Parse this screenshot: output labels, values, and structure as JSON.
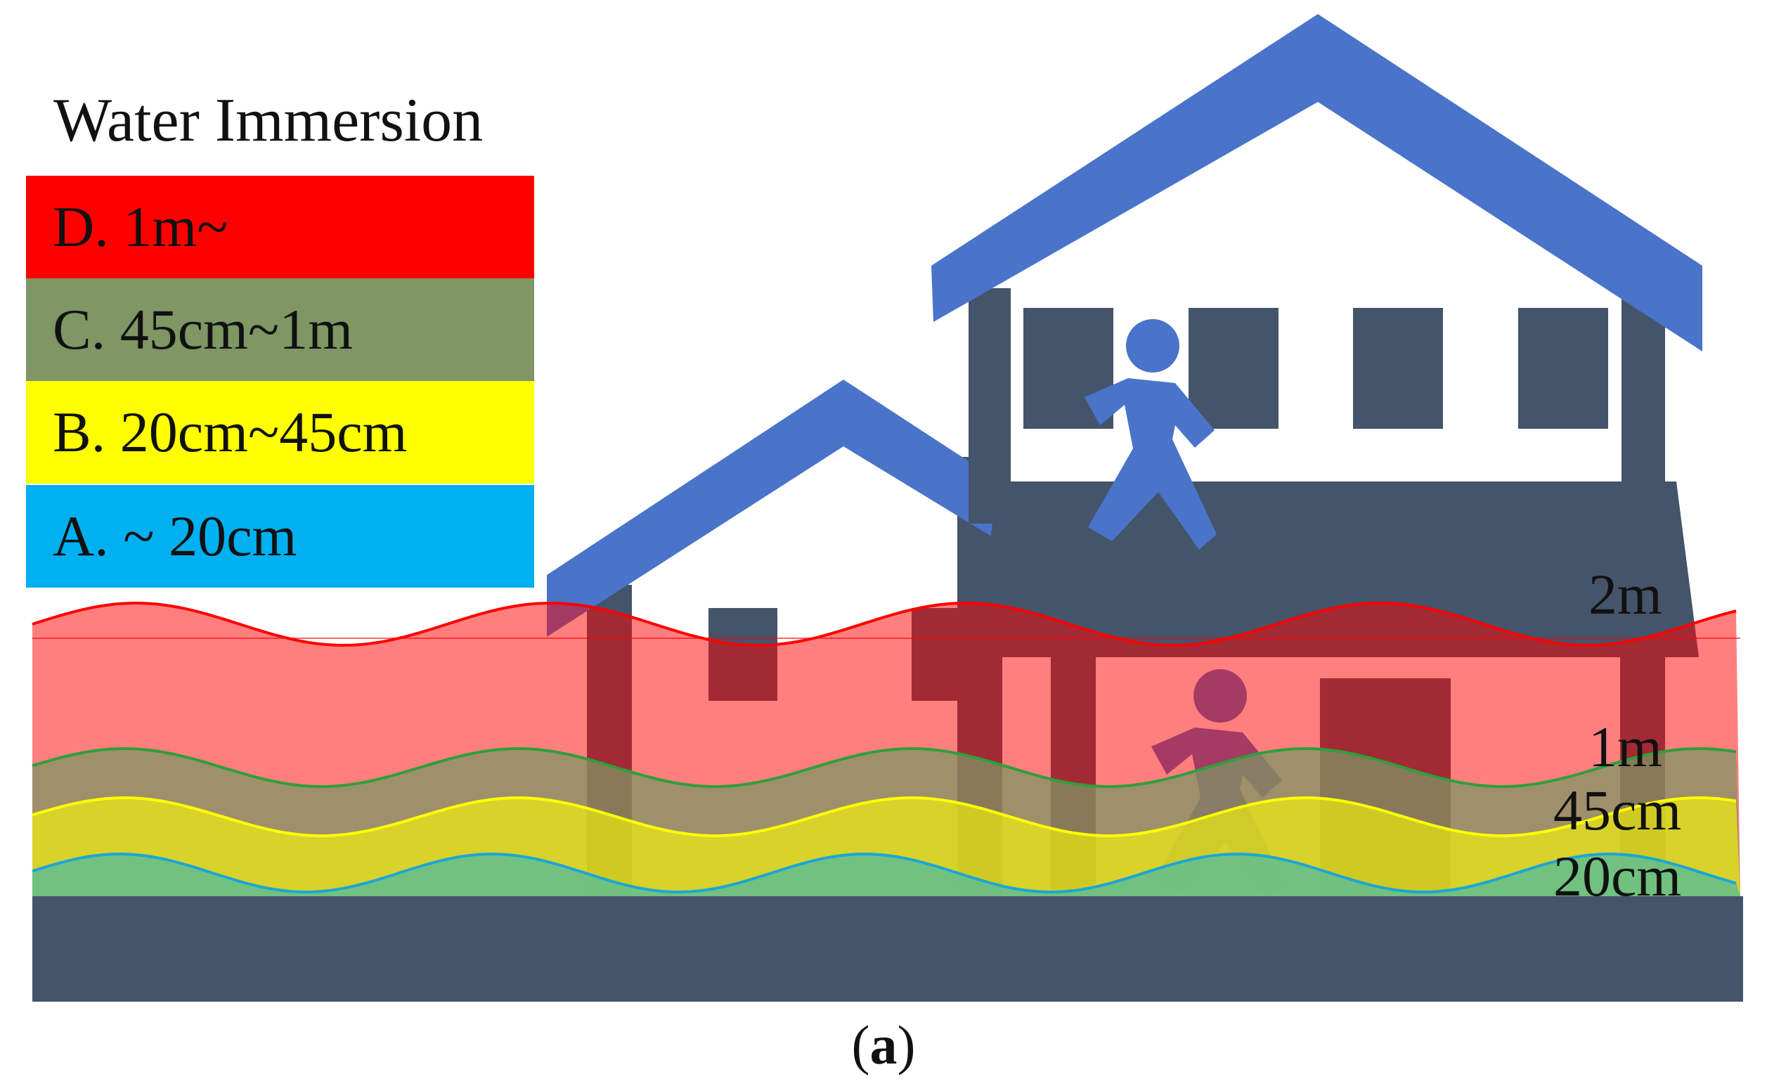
{
  "legend": {
    "title": "Water Immersion",
    "items": [
      {
        "label": "D. 1m~",
        "color": "#ff0000"
      },
      {
        "label": "C. 45cm~1m",
        "color": "#7f9665"
      },
      {
        "label": "B. 20cm~45cm",
        "color": "#ffff00"
      },
      {
        "label": "A. ~ 20cm",
        "color": "#00b0f0"
      }
    ]
  },
  "levels": {
    "l2m": "2m",
    "l1m": "1m",
    "l45cm": "45cm",
    "l20cm": "20cm"
  },
  "caption": {
    "open": "(",
    "letter": "a",
    "close": ")"
  },
  "colors": {
    "roof": "#4a74c9",
    "building": "#44546a",
    "ground": "#44546a",
    "person": "#4a74c9",
    "water_red": "#ff0000",
    "water_green": "#2e9f3a",
    "water_yellow": "#ffff00",
    "water_blue": "#1aa6d6"
  }
}
